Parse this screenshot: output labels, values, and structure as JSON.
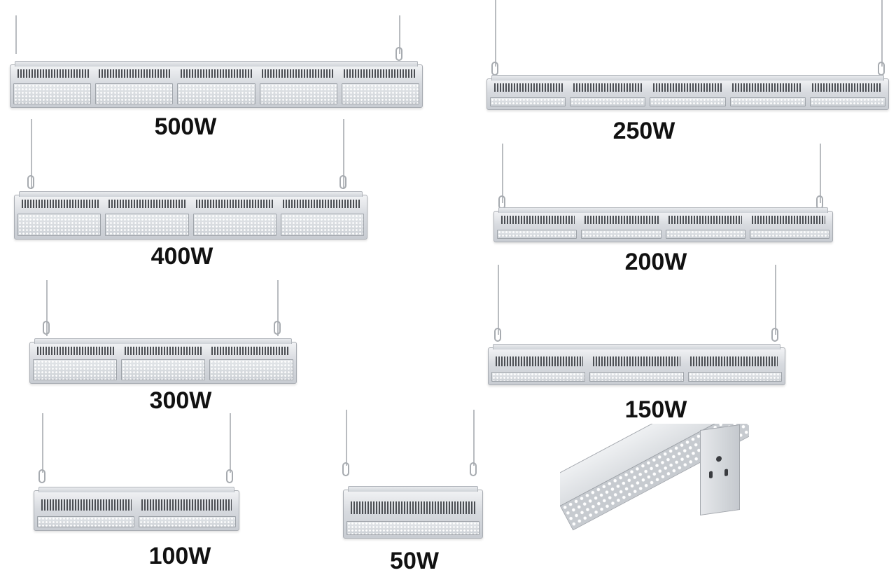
{
  "products": [
    {
      "id": "500w",
      "label": "500W"
    },
    {
      "id": "250w",
      "label": "250W"
    },
    {
      "id": "400w",
      "label": "400W"
    },
    {
      "id": "200w",
      "label": "200W"
    },
    {
      "id": "300w",
      "label": "300W"
    },
    {
      "id": "150w",
      "label": "150W"
    },
    {
      "id": "100w",
      "label": "100W"
    },
    {
      "id": "50w",
      "label": "50W"
    }
  ],
  "colors": {
    "housing": "#d7dadf",
    "wire": "#b9bcc0",
    "vent": "#4c4f54",
    "text": "#111111"
  }
}
